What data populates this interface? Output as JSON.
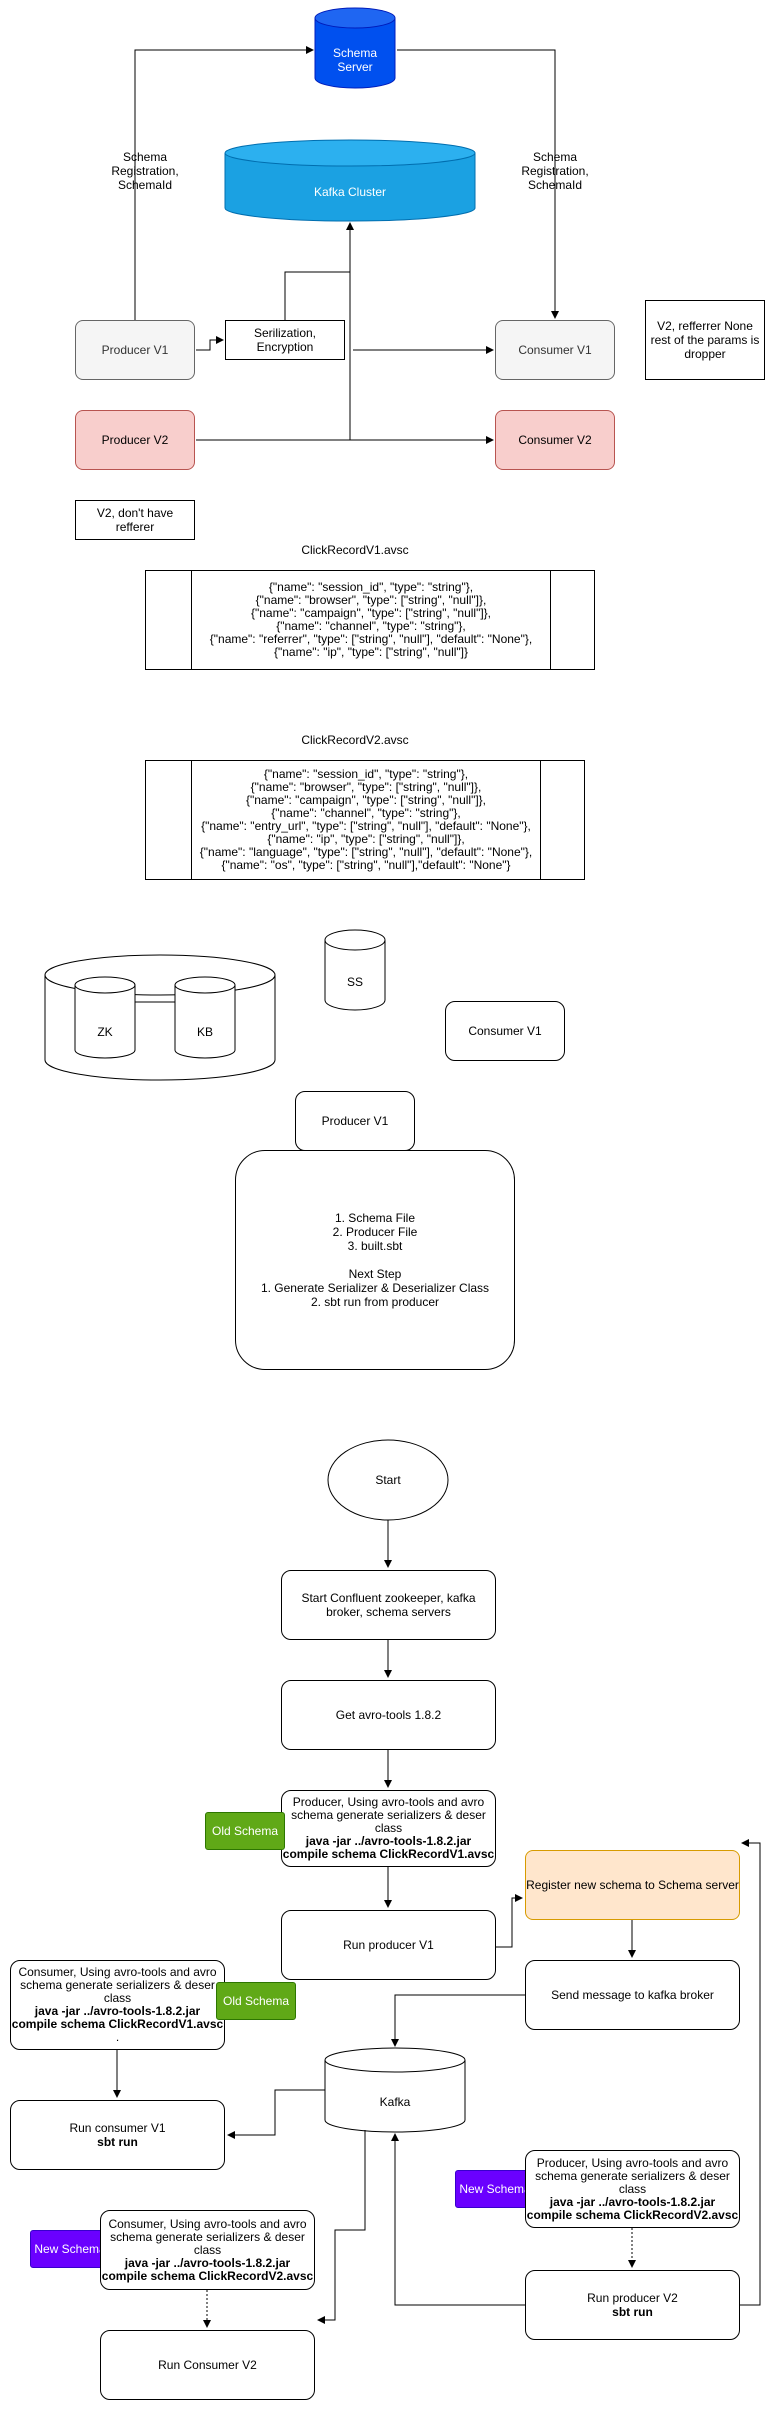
{
  "colors": {
    "schema_server": "#0050ef",
    "kafka_cluster": "#1ba1e2",
    "producer_v2": "#f8cecc",
    "register_box": "#ffe6cc",
    "old_schema_badge": "#60a917",
    "new_schema_badge": "#6a00ff"
  },
  "architecture": {
    "schema_server": "Schema\nServer",
    "kafka_cluster": "Kafka Cluster",
    "registration_left": "Schema\nRegistration,\nSchemaId",
    "registration_right": "Schema\nRegistration,\nSchemaId",
    "producer_v1": "Producer V1",
    "producer_v2": "Producer V2",
    "serializer": "Serilization,\nEncryption",
    "consumer_v1": "Consumer V1",
    "consumer_v2": "Consumer V2",
    "note_consumer": "V2, refferrer None\nrest of the params is\ndropper",
    "note_producer": "V2, don't have\nrefferer"
  },
  "schemas": {
    "v1_title": "ClickRecordV1.avsc",
    "v1_body": "{\"name\": \"session_id\", \"type\": \"string\"},\n{\"name\": \"browser\", \"type\": [\"string\", \"null\"]},\n{\"name\": \"campaign\", \"type\": [\"string\", \"null\"]},\n{\"name\": \"channel\", \"type\": \"string\"},\n{\"name\": \"referrer\", \"type\": [\"string\", \"null\"], \"default\": \"None\"},\n{\"name\": \"ip\", \"type\": [\"string\", \"null\"]}",
    "v2_title": "ClickRecordV2.avsc",
    "v2_body": "{\"name\": \"session_id\", \"type\": \"string\"},\n{\"name\": \"browser\", \"type\": [\"string\", \"null\"]},\n{\"name\": \"campaign\", \"type\": [\"string\", \"null\"]},\n{\"name\": \"channel\", \"type\": \"string\"},\n{\"name\": \"entry_url\", \"type\": [\"string\", \"null\"], \"default\": \"None\"},\n{\"name\": \"ip\", \"type\": [\"string\", \"null\"]},\n{\"name\": \"language\", \"type\": [\"string\", \"null\"], \"default\": \"None\"},\n{\"name\": \"os\", \"type\": [\"string\", \"null\"],\"default\": \"None\"}"
  },
  "sketch": {
    "ss": "SS",
    "zk": "ZK",
    "kb": "KB",
    "consumer_v1": "Consumer V1",
    "producer_v1": "Producer V1",
    "steps": "1. Schema File\n2. Producer File\n3. built.sbt\n\nNext Step\n1. Generate Serializer & Deserializer Class\n2. sbt run from producer"
  },
  "flow": {
    "start": "Start",
    "start_confluent": "Start Confluent zookeeper, kafka\nbroker, schema servers",
    "get_avro": "Get avro-tools 1.8.2",
    "producer_gen_text": "Producer, Using avro-tools and avro\nschema generate serializers & deser\nclass",
    "producer_gen_cmd": "java -jar ../avro-tools-1.8.2.jar\ncompile schema ClickRecordV1.avsc",
    "old_schema_1": "Old Schema",
    "run_producer_v1": "Run producer V1",
    "register_new": "Register new schema to Schema server",
    "send_message": "Send message to kafka broker",
    "consumer_gen_v1_text": "Consumer, Using avro-tools and avro\nschema generate serializers & deser\nclass",
    "consumer_gen_v1_cmd": "java -jar ../avro-tools-1.8.2.jar\ncompile schema ClickRecordV1.avsc",
    "consumer_gen_v1_tail": ".",
    "old_schema_2": "Old Schema",
    "kafka": "Kafka",
    "run_consumer_v1": "Run consumer V1",
    "run_consumer_v1_cmd": "sbt run",
    "new_schema_1": "New Schema",
    "producer_v2_gen_text": "Producer, Using avro-tools and avro\nschema generate serializers & deser\nclass",
    "producer_v2_gen_cmd": "java -jar ../avro-tools-1.8.2.jar\ncompile schema ClickRecordV2.avsc",
    "new_schema_2": "New Schema",
    "consumer_gen_v2_text": "Consumer, Using avro-tools and avro\nschema generate serializers & deser\nclass",
    "consumer_gen_v2_cmd": "java -jar ../avro-tools-1.8.2.jar\ncompile schema ClickRecordV2.avsc",
    "run_producer_v2": "Run producer V2",
    "run_producer_v2_cmd": "sbt run",
    "run_consumer_v2": "Run Consumer V2"
  }
}
